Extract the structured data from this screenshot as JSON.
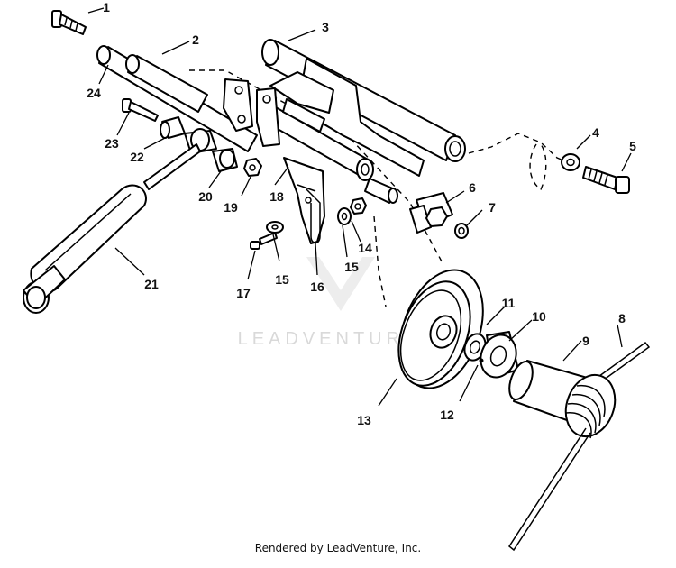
{
  "diagram": {
    "callouts": [
      "1",
      "2",
      "3",
      "4",
      "5",
      "6",
      "7",
      "8",
      "9",
      "10",
      "11",
      "12",
      "13",
      "14",
      "15",
      "15",
      "16",
      "17",
      "18",
      "19",
      "20",
      "21",
      "22",
      "23",
      "24"
    ]
  },
  "watermark": {
    "text": "LEADVENTURE"
  },
  "footer": {
    "credit": "Rendered by LeadVenture, Inc."
  }
}
